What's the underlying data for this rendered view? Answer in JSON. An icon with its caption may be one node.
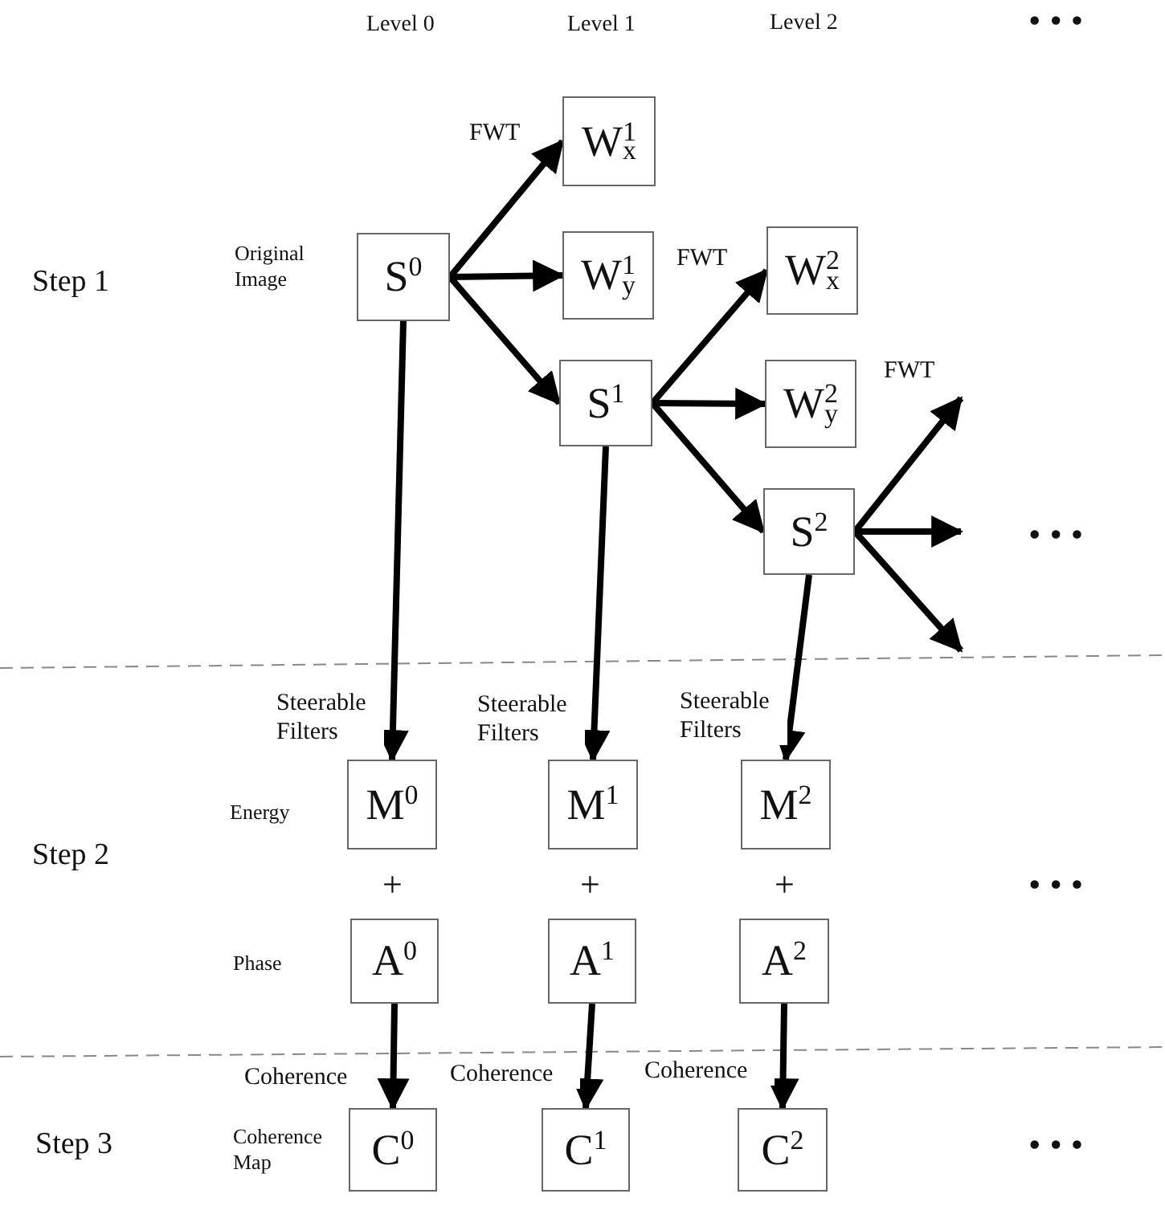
{
  "diagram": {
    "nodes": [
      {
        "text": [
          "S$^{0}$"
        ],
        "beside": [
          "Original Image"
        ]
      },
      {
        "text": [
          "W$^{1}$$_{x}$"
        ]
      },
      {
        "text": [
          "W$^{1}$$_{y}$"
        ]
      },
      {
        "text": [
          "S$^{1}$"
        ]
      },
      {
        "text": [
          "W$^{2}$$_{x}$"
        ]
      },
      {
        "text": [
          "W$^{2}$$_{y}$"
        ]
      },
      {
        "text": [
          "S$^{2}$"
        ]
      },
      {
        "text": [
          "M$^{0}$"
        ],
        "beside": [
          "Energy"
        ]
      },
      {
        "text": [
          "A$^{0}$"
        ],
        "beside": [
          "Phase"
        ]
      },
      {
        "text": [
          "C$^{0}$"
        ],
        "beside": [
          "Coherence Map"
        ]
      },
      {
        "text": [
          "M$^{1}$"
        ]
      },
      {
        "text": [
          "A$^{1}$"
        ]
      },
      {
        "text": [
          "C$^{1}$"
        ]
      },
      {
        "text": [
          "M$^{2}$"
        ]
      },
      {
        "text": [
          "A$^{2}$"
        ]
      },
      {
        "text": [
          "C$^{2}$"
        ]
      }
    ],
    "edges": [
      {
        "from": 0,
        "to": 1,
        "arrow": "to",
        "label": "FWT"
      },
      {
        "from": 0,
        "to": 2,
        "arrow": "to"
      },
      {
        "from": 0,
        "to": 3,
        "arrow": "to"
      },
      {
        "from": 3,
        "to": 4,
        "arrow": "to",
        "label": "FWT"
      },
      {
        "from": 3,
        "to": 5,
        "arrow": "to"
      },
      {
        "from": 3,
        "to": 6,
        "arrow": "to"
      },
      {
        "from": 6,
        "to": null,
        "arrow": "to",
        "label": "FWT"
      },
      {
        "from": 6,
        "to": null,
        "arrow": "to"
      },
      {
        "from": 6,
        "to": null,
        "arrow": "to"
      },
      {
        "from": 0,
        "to": 7,
        "arrow": "to",
        "label": "Steerable Filters"
      },
      {
        "from": 3,
        "to": 10,
        "arrow": "to",
        "label": "Steerable Filters"
      },
      {
        "from": 6,
        "to": 13,
        "arrow": "to",
        "label": "Steerable Filters"
      },
      {
        "from": 8,
        "to": 9,
        "arrow": "to",
        "label": "Coherence"
      },
      {
        "from": 11,
        "to": 12,
        "arrow": "to",
        "label": "Coherence"
      },
      {
        "from": 14,
        "to": 15,
        "arrow": "to",
        "label": "Coherence"
      }
    ],
    "labels": [
      "Level 0",
      "Level 1",
      "Level 2",
      "• • •",
      "Step 1",
      "• • •",
      "Step 2",
      "+",
      "+",
      "+",
      "• • •",
      "Step 3",
      "• • •"
    ]
  }
}
